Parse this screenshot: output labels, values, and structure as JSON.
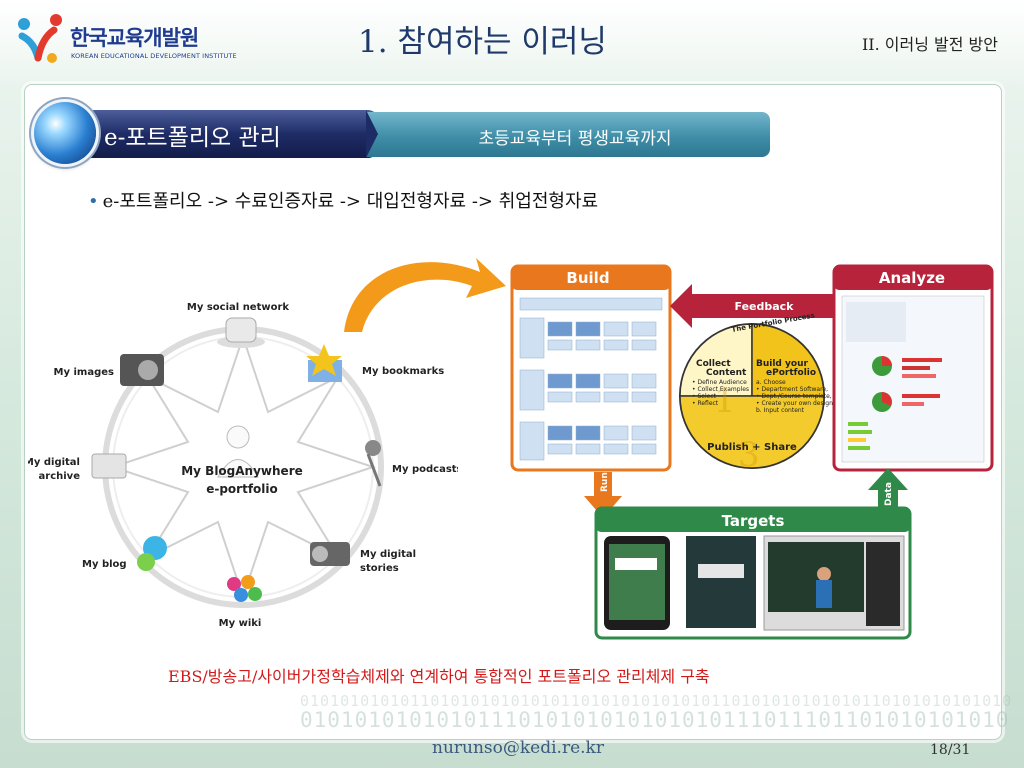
{
  "header": {
    "logo_korean": "한국교육개발원",
    "logo_english": "KOREAN EDUCATIONAL DEVELOPMENT INSTITUTE",
    "page_title": "1. 참여하는 이러닝",
    "section": "II. 이러닝 발전 방안"
  },
  "banner": {
    "main_label": "e-포트폴리오 관리",
    "sub_label": "초등교육부터 평생교육까지"
  },
  "bullet": "e-포트폴리오 -> 수료인증자료 -> 대입전형자료 -> 취업전형자료",
  "wheel": {
    "center_line1": "My BlogAnywhere",
    "center_line2": "e-portfolio",
    "spokes": [
      "My social network",
      "My bookmarks",
      "My podcasts",
      "My digital",
      "stories",
      "My wiki",
      "My blog",
      "My digital",
      "archive",
      "My images"
    ]
  },
  "process": {
    "build": "Build",
    "analyze": "Analyze",
    "feedback": "Feedback",
    "run": "Run",
    "data": "Data",
    "targets": "Targets",
    "cycle_title": "The Portfolio Process",
    "collect_title1": "Collect",
    "collect_title2": "Content",
    "collect_items": [
      "• Define Audience",
      "• Collect Examples",
      "• Select",
      "• Reflect"
    ],
    "build_title1": "Build your",
    "build_title2": "ePortfolio",
    "build_items": [
      "a. Choose",
      "• Department Software,",
      "• Dept./Course template,",
      "• Create your own design",
      "b. Input content"
    ],
    "publish": "Publish + Share",
    "num1": "1",
    "num3": "3"
  },
  "footer": {
    "note": "EBS/방송고/사이버가정학습체제와 연계하여 통합적인 포트폴리오 관리체제 구축",
    "email": "nurunso@kedi.re.kr",
    "page": "18/31"
  },
  "colors": {
    "build": "#e8771e",
    "analyze": "#b8233c",
    "targets": "#2f8a4a",
    "note": "#d21a1a",
    "banner_dark": "#1e2c66",
    "banner_teal": "#3f8ea8"
  }
}
